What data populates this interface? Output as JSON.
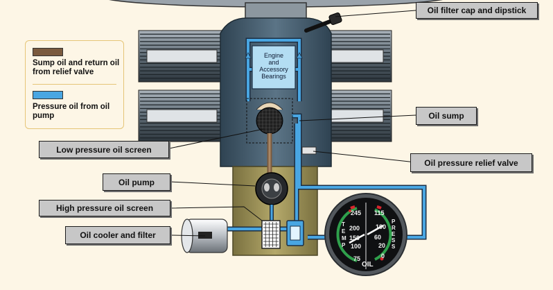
{
  "legend": {
    "sump_label": "Sump oil and return oil from relief valve",
    "pressure_label": "Pressure oil from oil pump",
    "sump_color": "#7a5a3e",
    "pressure_color": "#49a6e2"
  },
  "callouts": {
    "filter_cap": "Oil filter cap and dipstick",
    "oil_sump": "Oil sump",
    "low_screen": "Low pressure oil screen",
    "relief_valve": "Oil pressure relief valve",
    "oil_pump": "Oil pump",
    "high_screen": "High pressure oil screen",
    "cooler": "Oil cooler and filter"
  },
  "engine_box": {
    "line1": "Engine",
    "line2": "and",
    "line3": "Accessory",
    "line4": "Bearings"
  },
  "gauge": {
    "temp_label": "TEMP",
    "press_label": "PRESS",
    "oil_label": "OIL",
    "temp_ticks": [
      "245",
      "200",
      "150",
      "100",
      "75"
    ],
    "press_ticks": [
      "115",
      "100",
      "60",
      "20",
      "0"
    ]
  },
  "colors": {
    "pressure_oil": "#49a6e2",
    "sump_oil": "#7a5a3e",
    "background": "#fdf6e6",
    "engine_body": "#4d6577",
    "sump": "#9c9158"
  }
}
